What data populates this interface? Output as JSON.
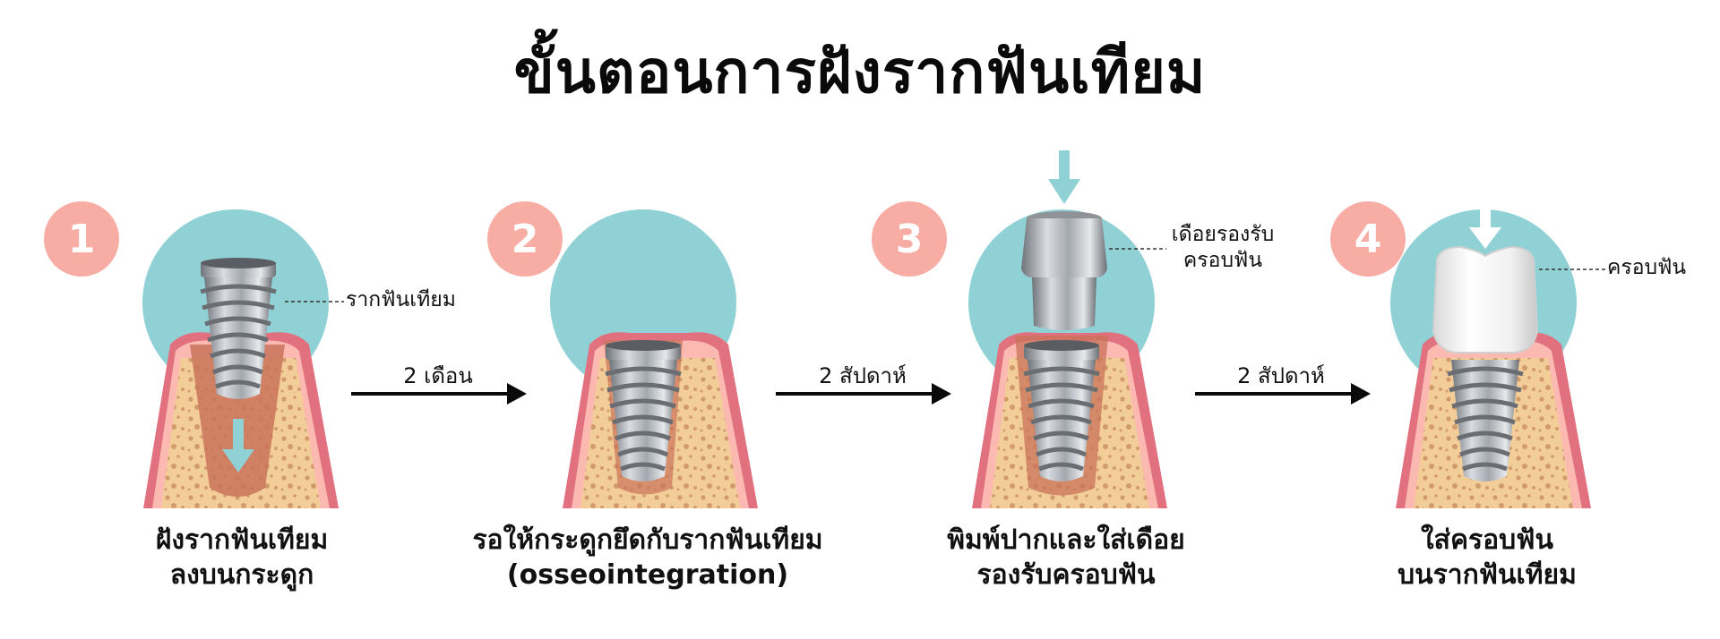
{
  "title": "ขั้นตอนการฝังรากฟันเทียม",
  "steps": [
    {
      "number": "1",
      "caption_line1": "ฝังรากฟันเทียม",
      "caption_line2": "ลงบนกระดูก",
      "callout": "รากฟันเทียม"
    },
    {
      "number": "2",
      "caption_line1": "รอให้กระดูกยึดกับรากฟันเทียม",
      "caption_line2": "(osseointegration)"
    },
    {
      "number": "3",
      "caption_line1": "พิมพ์ปากและใส่เดือย",
      "caption_line2": "รองรับครอบฟัน",
      "callout_line1": "เดือยรองรับ",
      "callout_line2": "ครอบฟัน"
    },
    {
      "number": "4",
      "caption_line1": "ใส่ครอบฟัน",
      "caption_line2": "บนรากฟันเทียม",
      "callout": "ครอบฟัน"
    }
  ],
  "arrows": [
    {
      "label": "2 เดือน"
    },
    {
      "label": "2 สัปดาห์"
    },
    {
      "label": "2 สัปดาห์"
    }
  ],
  "colors": {
    "badge": "#f8ada4",
    "circle": "#8fd1d5",
    "bone": "#f3cd98",
    "bone_dots": "#d29b6b",
    "gum_outer": "#e2717f",
    "gum_inner": "#fbb9b2",
    "socket": "#c9735a",
    "metal": "#a9adb3",
    "crown": "#f2f2f2",
    "arrow": "#0a0a0a"
  }
}
